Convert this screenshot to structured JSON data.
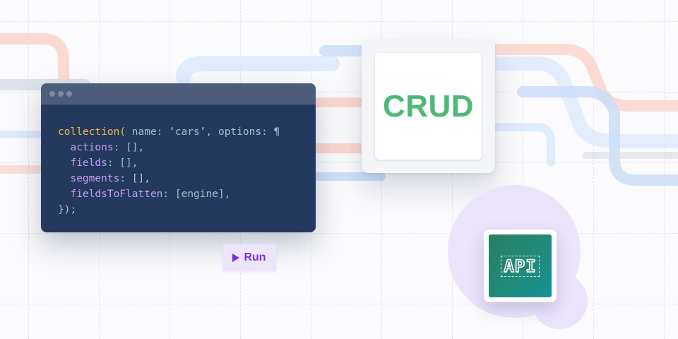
{
  "code_window": {
    "lines": [
      [
        {
          "t": "collection(",
          "c": "fn"
        },
        {
          "t": " name: ‘cars’, options: ¶",
          "c": "str"
        }
      ],
      [
        {
          "t": "  actions",
          "c": "prop"
        },
        {
          "t": ": [],",
          "c": "punc"
        }
      ],
      [
        {
          "t": "  fields",
          "c": "prop"
        },
        {
          "t": ": [],",
          "c": "punc"
        }
      ],
      [
        {
          "t": "  segments",
          "c": "prop"
        },
        {
          "t": ": [],",
          "c": "punc"
        }
      ],
      [
        {
          "t": "  fieldsToFlatten",
          "c": "prop"
        },
        {
          "t": ": [engine],",
          "c": "punc"
        }
      ],
      [
        {
          "t": "});",
          "c": "punc"
        }
      ]
    ]
  },
  "run_button": {
    "label": "Run",
    "icon": "play-icon"
  },
  "crud_card": {
    "label": "CRUD"
  },
  "api_card": {
    "label": "API"
  },
  "colors": {
    "code_bg": "#233a5e",
    "function": "#f2b640",
    "property": "#c79af3",
    "run_accent": "#7a2fe0",
    "crud_green": "#4fb878",
    "api_teal": "#1f8c7c"
  }
}
